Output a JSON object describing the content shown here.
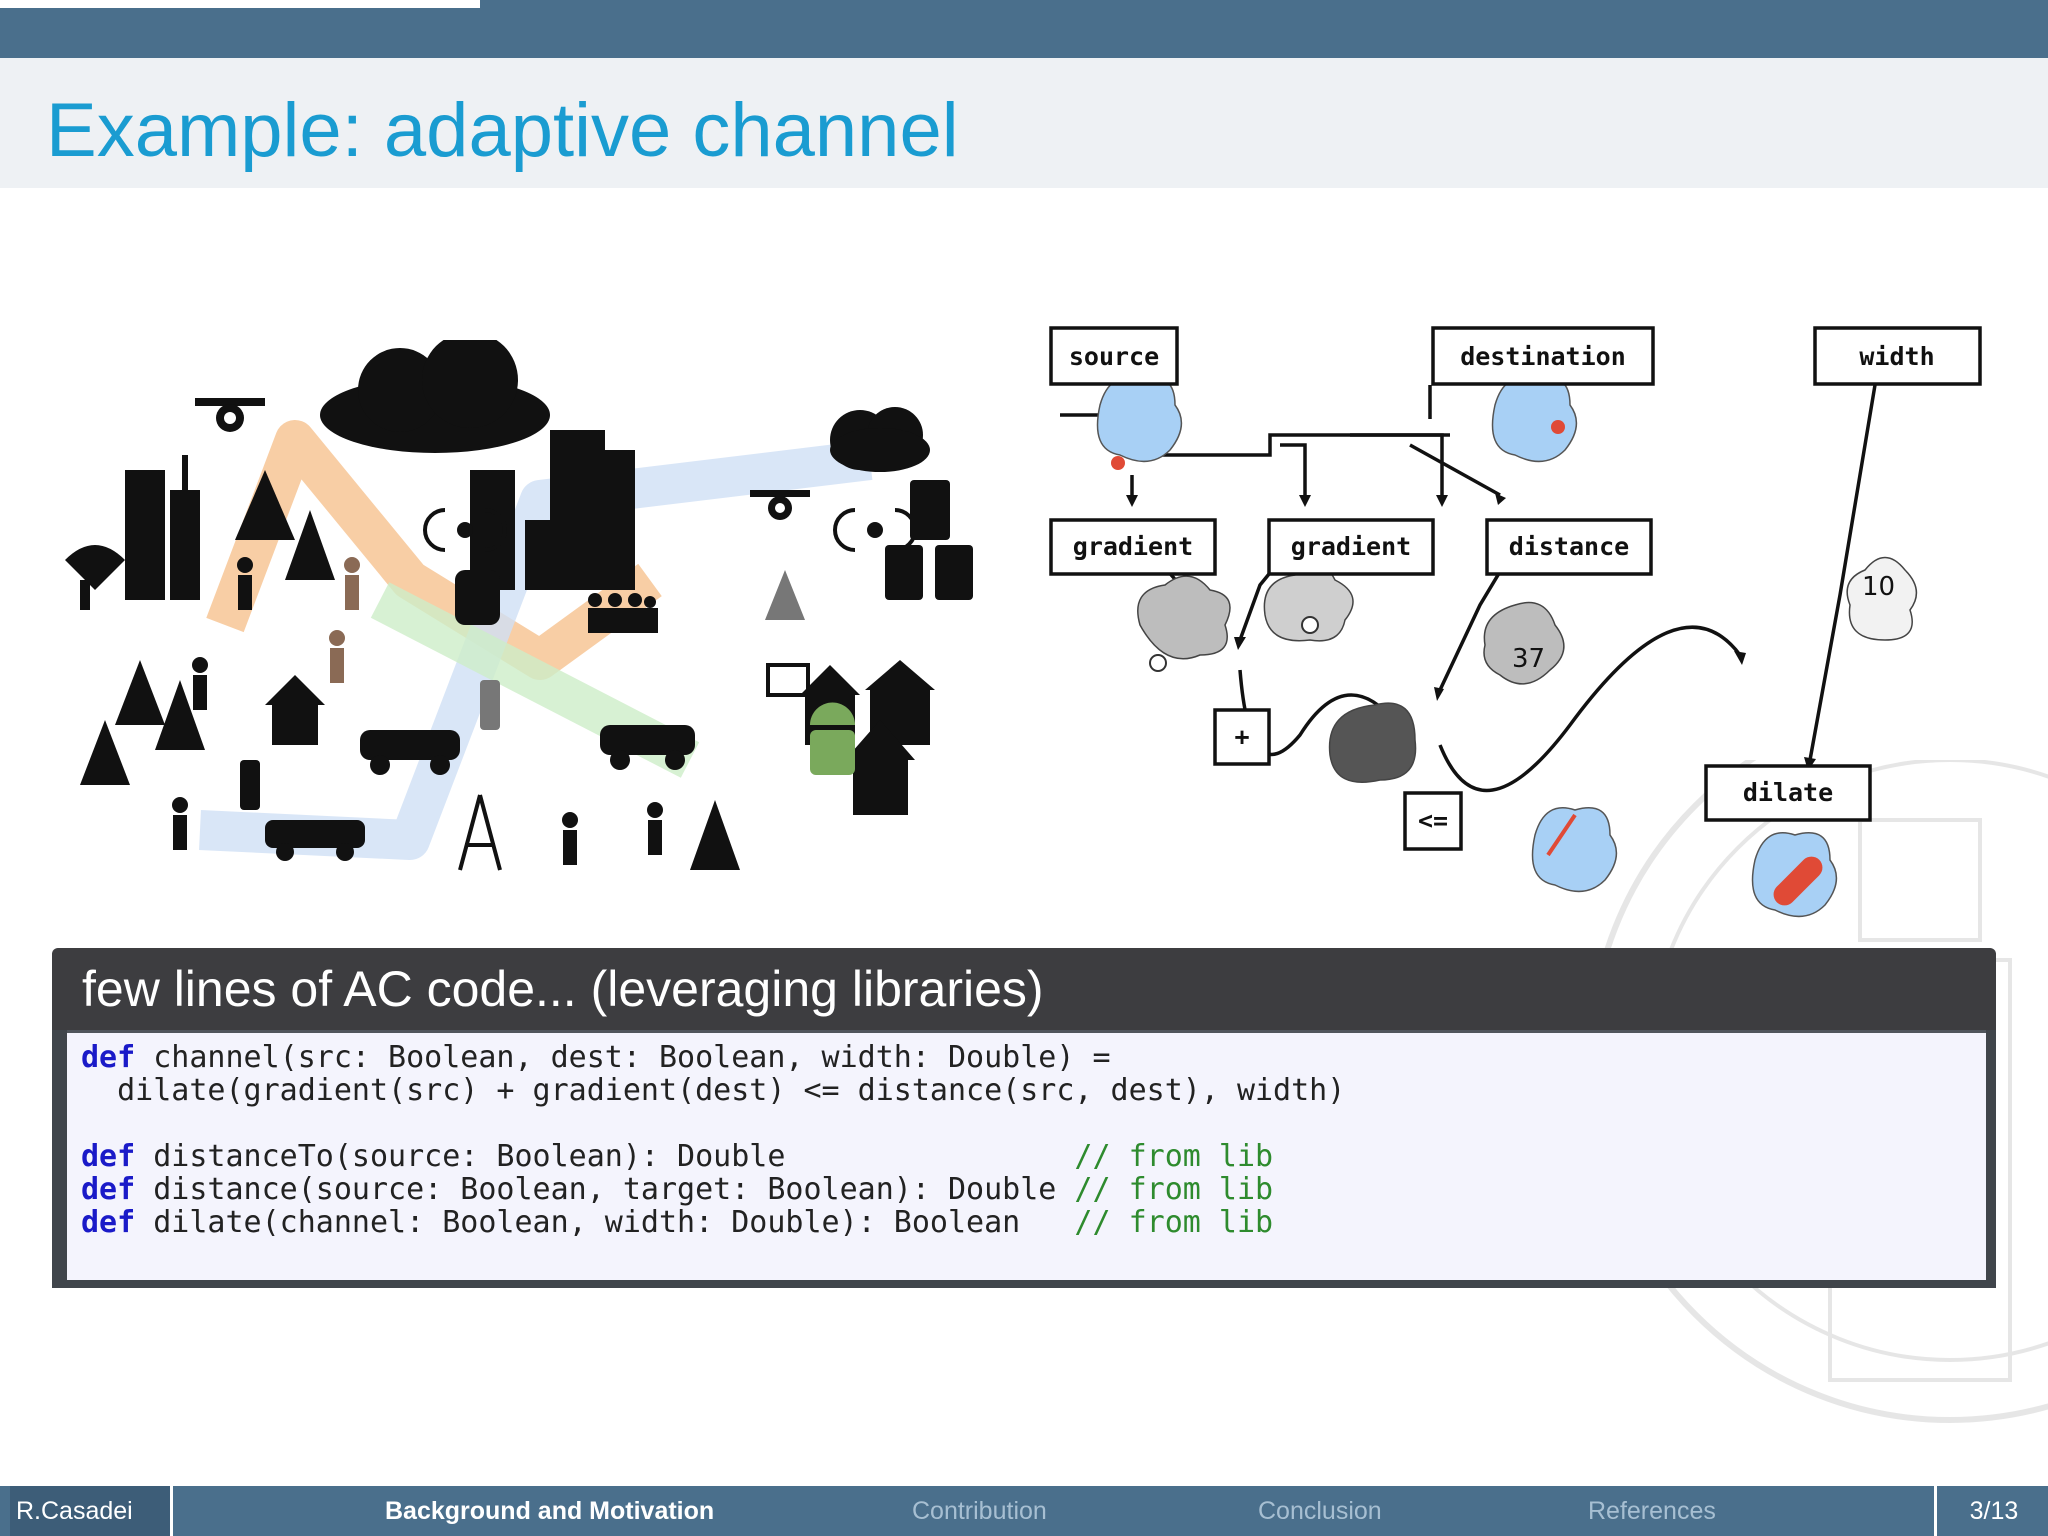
{
  "slide": {
    "title": "Example: adaptive channel"
  },
  "diagram": {
    "boxes": {
      "source": "source",
      "destination": "destination",
      "width": "width",
      "gradient_left": "gradient",
      "gradient_right": "gradient",
      "distance": "distance",
      "plus": "+",
      "leq": "<=",
      "dilate": "dilate"
    },
    "values": {
      "distance_value": "37",
      "width_value": "10"
    }
  },
  "code_block": {
    "header": "few lines of AC code... (leveraging libraries)",
    "lines": [
      {
        "kw": "def",
        "text": " channel(src: Boolean, dest: Boolean, width: Double) =",
        "comment": ""
      },
      {
        "kw": "",
        "text": "  dilate(gradient(src) + gradient(dest) <= distance(src, dest), width)",
        "comment": ""
      },
      {
        "kw": "def",
        "text": " distanceTo(source: Boolean): Double                ",
        "comment": "// from lib"
      },
      {
        "kw": "def",
        "text": " distance(source: Boolean, target: Boolean): Double ",
        "comment": "// from lib"
      },
      {
        "kw": "def",
        "text": " dilate(channel: Boolean, width: Double): Boolean   ",
        "comment": "// from lib"
      }
    ]
  },
  "footer": {
    "author": "R.Casadei",
    "sections": [
      {
        "label": "Background and Motivation",
        "active": true
      },
      {
        "label": "Contribution",
        "active": false
      },
      {
        "label": "Conclusion",
        "active": false
      },
      {
        "label": "References",
        "active": false
      }
    ],
    "page": "3/13"
  },
  "colors": {
    "title": "#1a9cd1",
    "bar": "#4a6f8c",
    "keyword": "#1a1ac8",
    "comment": "#2e8b2e",
    "blob": "#a8d0f5",
    "dot": "#e04a36"
  }
}
